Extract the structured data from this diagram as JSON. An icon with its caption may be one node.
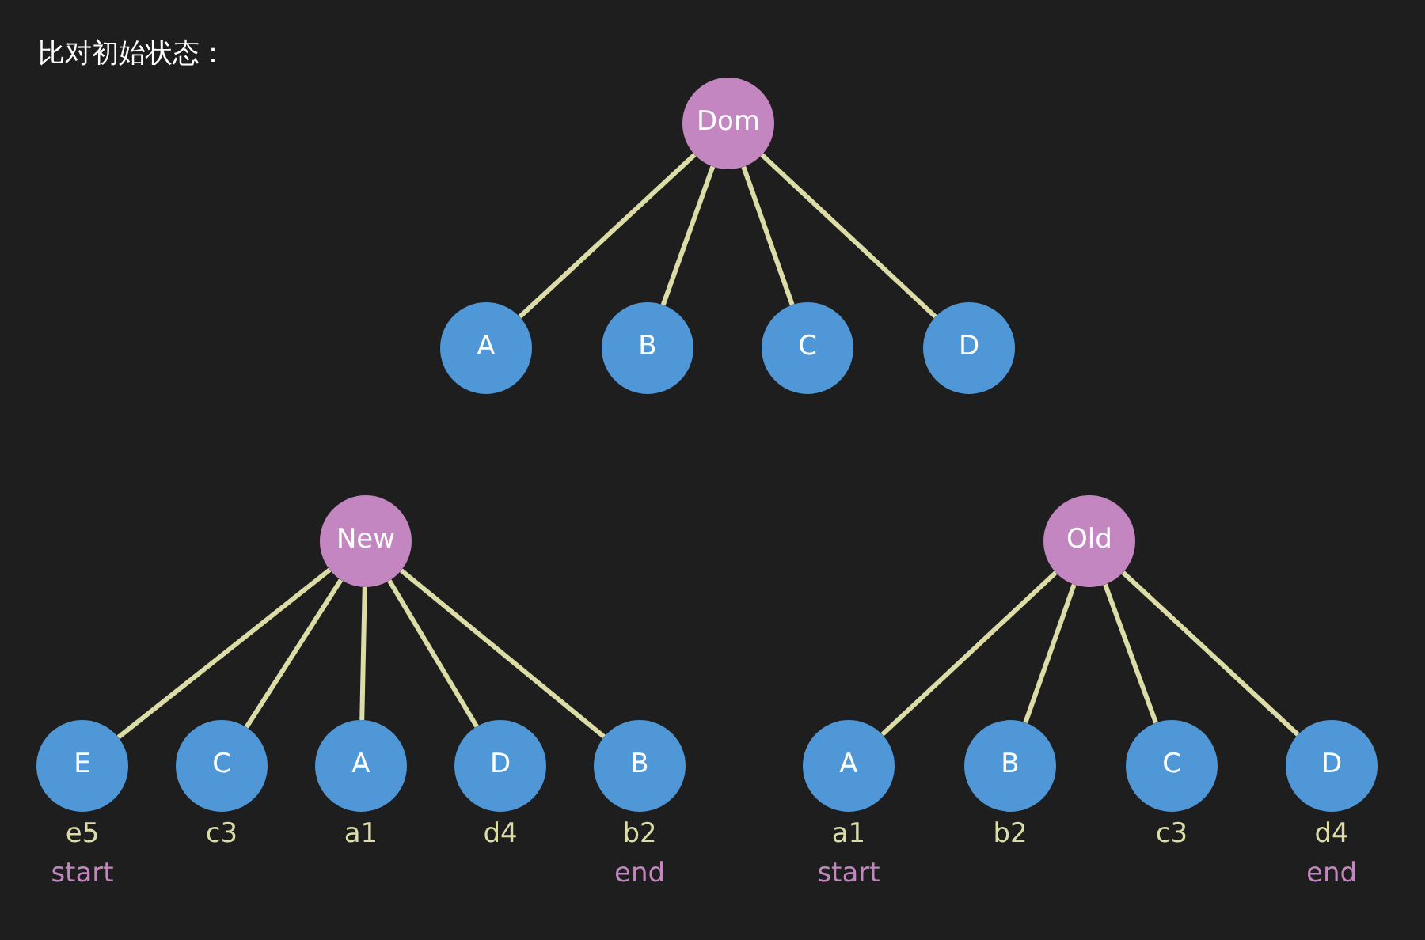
{
  "diagram": {
    "title": "比对初始状态：",
    "nodes": [
      {
        "text": [
          "Dom"
        ]
      },
      {
        "text": [
          "A"
        ]
      },
      {
        "text": [
          "B"
        ]
      },
      {
        "text": [
          "C"
        ]
      },
      {
        "text": [
          "D"
        ]
      },
      {
        "text": [
          "New"
        ]
      },
      {
        "text": [
          "E"
        ],
        "beside": [
          "e5",
          "start"
        ]
      },
      {
        "text": [
          "C"
        ],
        "beside": [
          "c3"
        ]
      },
      {
        "text": [
          "A"
        ],
        "beside": [
          "a1"
        ]
      },
      {
        "text": [
          "D"
        ],
        "beside": [
          "d4"
        ]
      },
      {
        "text": [
          "B"
        ],
        "beside": [
          "b2",
          "end"
        ]
      },
      {
        "text": [
          "Old"
        ]
      },
      {
        "text": [
          "A"
        ],
        "beside": [
          "a1",
          "start"
        ]
      },
      {
        "text": [
          "B"
        ],
        "beside": [
          "b2"
        ]
      },
      {
        "text": [
          "C"
        ],
        "beside": [
          "c3"
        ]
      },
      {
        "text": [
          "D"
        ],
        "beside": [
          "d4",
          "end"
        ]
      }
    ],
    "edges": [
      {
        "from": 0,
        "to": 1,
        "arrow": "none"
      },
      {
        "from": 0,
        "to": 2,
        "arrow": "none"
      },
      {
        "from": 0,
        "to": 3,
        "arrow": "none"
      },
      {
        "from": 0,
        "to": 4,
        "arrow": "none"
      },
      {
        "from": 5,
        "to": 6,
        "arrow": "none"
      },
      {
        "from": 5,
        "to": 7,
        "arrow": "none"
      },
      {
        "from": 5,
        "to": 8,
        "arrow": "none"
      },
      {
        "from": 5,
        "to": 9,
        "arrow": "none"
      },
      {
        "from": 5,
        "to": 10,
        "arrow": "none"
      },
      {
        "from": 11,
        "to": 12,
        "arrow": "none"
      },
      {
        "from": 11,
        "to": 13,
        "arrow": "none"
      },
      {
        "from": 11,
        "to": 14,
        "arrow": "none"
      },
      {
        "from": 11,
        "to": 15,
        "arrow": "none"
      }
    ]
  }
}
